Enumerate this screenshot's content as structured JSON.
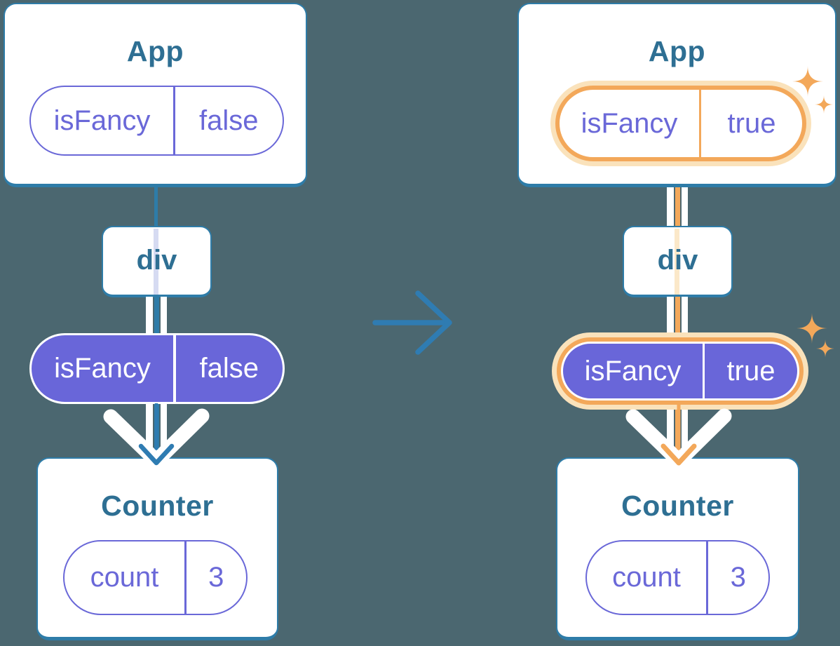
{
  "colors": {
    "background": "#4B6770",
    "card_border": "#2E7CA8",
    "heading": "#2E6F93",
    "purple": "#6A68D8",
    "purple_fill": "#6966D9",
    "lavender": "#D6DBF2",
    "orange": "#F3A85A",
    "orange_glow": "#FAE2BB",
    "orange_light": "#FBE8C9",
    "arrow_blue": "#2F7CB2"
  },
  "before": {
    "app": {
      "title": "App"
    },
    "app_prop": {
      "name": "isFancy",
      "value": "false"
    },
    "div": {
      "title": "div"
    },
    "passed_prop": {
      "name": "isFancy",
      "value": "false"
    },
    "counter": {
      "title": "Counter"
    },
    "counter_state": {
      "name": "count",
      "value": "3"
    }
  },
  "after": {
    "app": {
      "title": "App"
    },
    "app_prop": {
      "name": "isFancy",
      "value": "true"
    },
    "div": {
      "title": "div"
    },
    "passed_prop": {
      "name": "isFancy",
      "value": "true"
    },
    "counter": {
      "title": "Counter"
    },
    "counter_state": {
      "name": "count",
      "value": "3"
    }
  }
}
